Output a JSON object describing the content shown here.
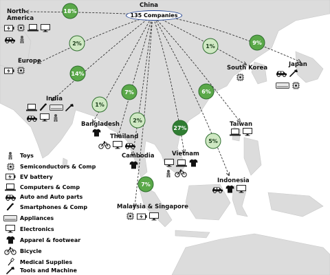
{
  "hub": {
    "country": "China",
    "label": "135 Companies"
  },
  "countries": [
    {
      "key": "north_america",
      "name": "North America",
      "percent": "18%",
      "pct_label": "18%"
    },
    {
      "key": "europe",
      "name": "Europe",
      "percent": "2%"
    },
    {
      "key": "india",
      "name": "India",
      "percent": "14%"
    },
    {
      "key": "bangladesh",
      "name": "Bangladesh",
      "percent": "1%"
    },
    {
      "key": "thailand",
      "name": "Thailand",
      "percent": "7%"
    },
    {
      "key": "cambodia",
      "name": "Cambodia",
      "percent": "2%"
    },
    {
      "key": "vietnam",
      "name": "Vietnam",
      "percent": "27%"
    },
    {
      "key": "malaysia_singapore",
      "name": "Malaysia & Singapore",
      "percent": "7%"
    },
    {
      "key": "indonesia",
      "name": "Indonesia",
      "percent": "5%"
    },
    {
      "key": "taiwan",
      "name": "Taiwan",
      "percent": "6%"
    },
    {
      "key": "south_korea",
      "name": "South Korea",
      "percent": "1%"
    },
    {
      "key": "japan",
      "name": "Japan",
      "percent": "9%"
    }
  ],
  "legend": [
    {
      "icon": "toy-icon",
      "label": "Toys"
    },
    {
      "icon": "chip-icon",
      "label": "Semiconductors & Comp"
    },
    {
      "icon": "battery-icon",
      "label": "EV battery"
    },
    {
      "icon": "laptop-icon",
      "label": "Computers & Comp"
    },
    {
      "icon": "car-icon",
      "label": "Auto and Auto parts"
    },
    {
      "icon": "phone-icon",
      "label": "Smartphones & Comp"
    },
    {
      "icon": "appliance-icon",
      "label": "Appliances"
    },
    {
      "icon": "monitor-icon",
      "label": "Electronics"
    },
    {
      "icon": "shirt-icon",
      "label": "Apparel & footwear"
    },
    {
      "icon": "bicycle-icon",
      "label": "Bicycle"
    },
    {
      "icon": "medical-icon",
      "label": "Medical Supplies"
    },
    {
      "icon": "tools-icon",
      "label": "Tools and Machine"
    }
  ],
  "country_products": {
    "north_america": [
      "battery-icon",
      "chip-icon",
      "laptop-icon",
      "monitor-icon",
      "car-icon",
      "toy-icon"
    ],
    "europe": [
      "battery-icon",
      "chip-icon"
    ],
    "india": [
      "laptop-icon",
      "phone-icon",
      "appliance-icon",
      "tools-icon",
      "car-icon",
      "monitor-icon",
      "toy-icon"
    ],
    "bangladesh": [
      "shirt-icon"
    ],
    "thailand": [
      "bicycle-icon",
      "monitor-icon",
      "car-icon"
    ],
    "cambodia": [
      "shirt-icon"
    ],
    "vietnam": [
      "monitor-icon",
      "laptop-icon",
      "shirt-icon",
      "toy-icon",
      "bicycle-icon"
    ],
    "malaysia_singapore": [
      "chip-icon",
      "battery-icon",
      "monitor-icon"
    ],
    "indonesia": [
      "car-icon",
      "shirt-icon",
      "monitor-icon"
    ],
    "taiwan": [
      "laptop-icon",
      "monitor-icon"
    ],
    "south_korea": [
      "chip-icon"
    ],
    "japan": [
      "car-icon",
      "tools-icon",
      "appliance-icon",
      "chip-icon"
    ]
  },
  "colors": {
    "land": "#dcdcdc",
    "sea": "#ffffff",
    "bubble_light": "#cfe8c3",
    "bubble_mid": "#5aa849",
    "bubble_dark": "#2f7d32",
    "hub_border": "#1a3d8f",
    "arrow": "#333333"
  }
}
